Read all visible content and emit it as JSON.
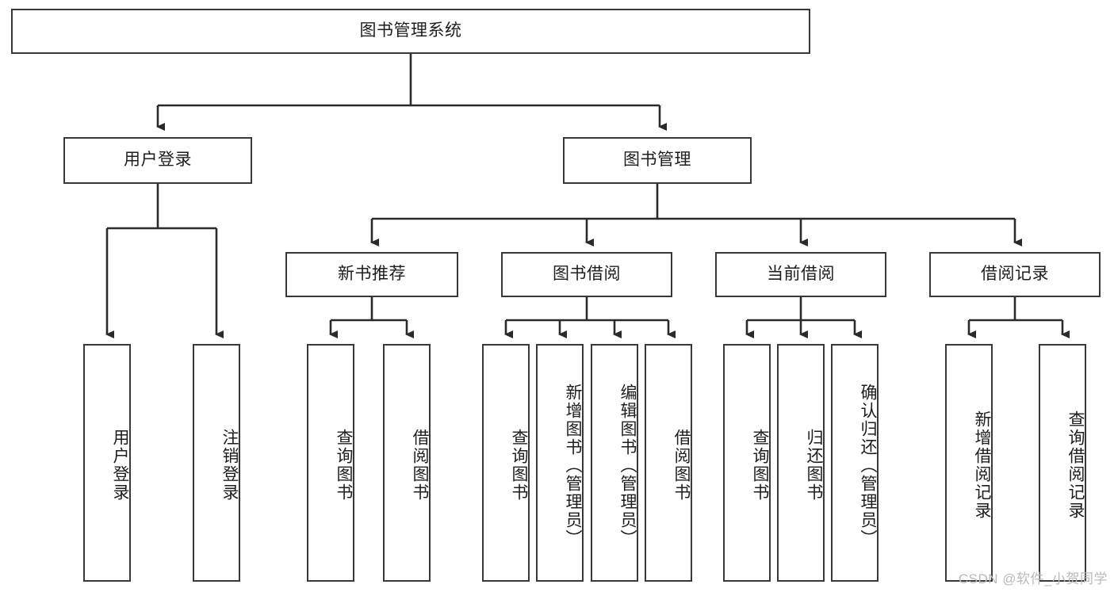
{
  "diagram": {
    "title": "图书管理系统",
    "type": "tree-hierarchy-diagram",
    "root": {
      "label": "图书管理系统"
    },
    "level2": [
      {
        "label": "用户登录"
      },
      {
        "label": "图书管理"
      }
    ],
    "level3": [
      {
        "label": "新书推荐"
      },
      {
        "label": "图书借阅"
      },
      {
        "label": "当前借阅"
      },
      {
        "label": "借阅记录"
      }
    ],
    "leaves": [
      {
        "label": "用户登录",
        "parent": "用户登录"
      },
      {
        "label": "注销登录",
        "parent": "用户登录"
      },
      {
        "label": "查询图书",
        "parent": "新书推荐"
      },
      {
        "label": "借阅图书",
        "parent": "新书推荐"
      },
      {
        "label": "查询图书",
        "parent": "图书借阅"
      },
      {
        "label": "新增图书（管理员）",
        "parent": "图书借阅"
      },
      {
        "label": "编辑图书（管理员）",
        "parent": "图书借阅"
      },
      {
        "label": "借阅图书",
        "parent": "图书借阅"
      },
      {
        "label": "查询图书",
        "parent": "当前借阅"
      },
      {
        "label": "归还图书",
        "parent": "当前借阅"
      },
      {
        "label": "确认归还（管理员）",
        "parent": "当前借阅"
      },
      {
        "label": "新增借阅记录",
        "parent": "借阅记录"
      },
      {
        "label": "查询借阅记录",
        "parent": "借阅记录"
      }
    ]
  },
  "watermark": {
    "text": "CSDN @软件_小贺同学"
  },
  "colors": {
    "border": "#38383a",
    "background": "#ffffff",
    "text": "#1d1d20",
    "watermark": "#b9b9bb"
  }
}
